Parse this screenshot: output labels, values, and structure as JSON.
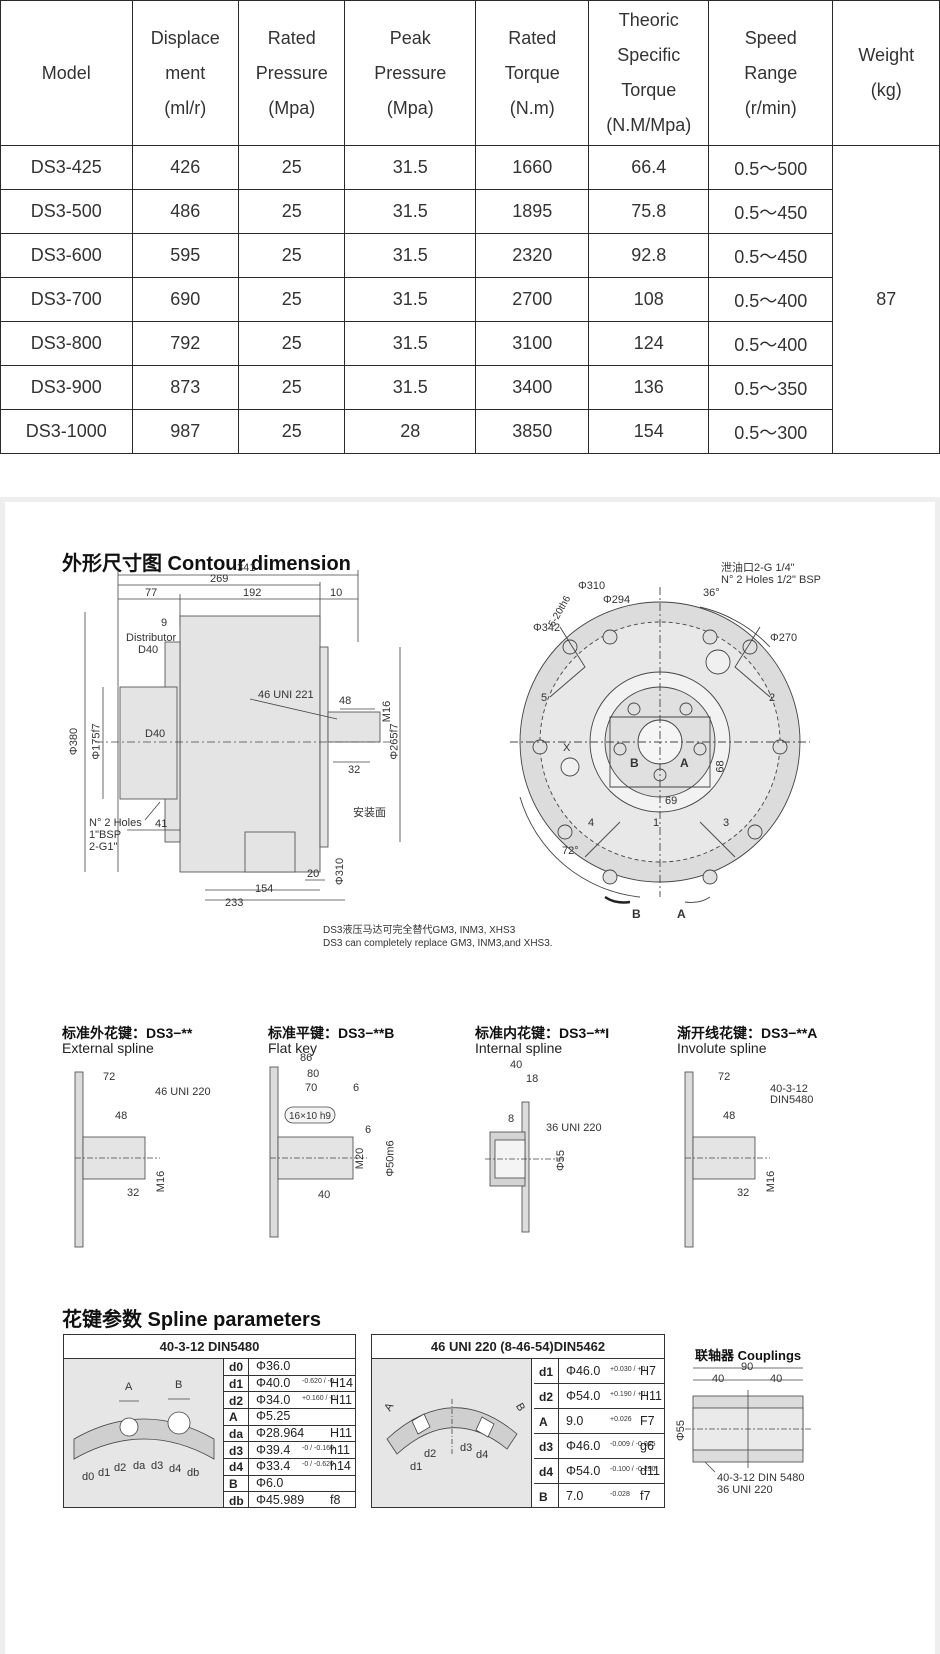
{
  "spec_table": {
    "headers": [
      [
        "Model"
      ],
      [
        "Displace",
        "ment",
        "(ml/r)"
      ],
      [
        "Rated",
        "Pressure",
        "(Mpa)"
      ],
      [
        "Peak",
        "Pressure",
        "(Mpa)"
      ],
      [
        "Rated",
        "Torque",
        "(N.m)"
      ],
      [
        "Theoric",
        "Specific",
        "Torque",
        "(N.M/Mpa)"
      ],
      [
        "Speed",
        "Range",
        "(r/min)"
      ],
      [
        "Weight",
        "(kg)"
      ]
    ],
    "rows": [
      [
        "DS3-425",
        "426",
        "25",
        "31.5",
        "1660",
        "66.4",
        "0.5～500"
      ],
      [
        "DS3-500",
        "486",
        "25",
        "31.5",
        "1895",
        "75.8",
        "0.5～450"
      ],
      [
        "DS3-600",
        "595",
        "25",
        "31.5",
        "2320",
        "92.8",
        "0.5～450"
      ],
      [
        "DS3-700",
        "690",
        "25",
        "31.5",
        "2700",
        "108",
        "0.5～400"
      ],
      [
        "DS3-800",
        "792",
        "25",
        "31.5",
        "3100",
        "124",
        "0.5～400"
      ],
      [
        "DS3-900",
        "873",
        "25",
        "31.5",
        "3400",
        "136",
        "0.5～350"
      ],
      [
        "DS3-1000",
        "987",
        "25",
        "28",
        "3850",
        "154",
        "0.5～300"
      ]
    ],
    "weight": "87"
  },
  "contour": {
    "title": "外形尺寸图  Contour dimension",
    "dims": {
      "d341": "341",
      "d269": "269",
      "d77": "77",
      "d192": "192",
      "d10": "10",
      "d9": "9",
      "distributor": "Distributor",
      "d40a": "D40",
      "d40b": "D40",
      "uni221": "46 UNI 221",
      "d48": "48",
      "m16": "M16",
      "d32": "32",
      "phi380": "Φ380",
      "phi175": "Φ175f7",
      "phi265": "Φ265f7",
      "holes1": "N°  2 Holes",
      "holes2": "1\"BSP",
      "holes3": "2-G1\"",
      "d41": "41",
      "d20": "20",
      "d154": "154",
      "d233": "233",
      "phi310": "Φ310",
      "mount": "安装面"
    },
    "front": {
      "phi310": "Φ310",
      "phi294": "Φ294",
      "phi342": "Φ342",
      "phi270": "Φ270",
      "slot": "5-20th6",
      "drain1": "泄油口2-G 1/4\"",
      "drain2": "N°  2 Holes 1/2\" BSP",
      "a36": "36°",
      "a72": "72°",
      "n1": "1",
      "n2": "2",
      "n3": "3",
      "n4": "4",
      "n5": "5",
      "port_b": "B",
      "port_a": "A",
      "d68": "68",
      "d69": "69",
      "portx": "X",
      "rot_b": "B",
      "rot_a": "A"
    },
    "note1": "DS3液压马达可完全替代GM3, INM3, XHS3",
    "note2": "DS3 can completely replace GM3, INM3,and XHS3."
  },
  "shafts": [
    {
      "cap_cn": "标准外花键：DS3−**",
      "cap_en": "External spline",
      "dims": {
        "d72": "72",
        "d48": "48",
        "uni": "46 UNI 220",
        "m16": "M16",
        "d32": "32"
      }
    },
    {
      "cap_cn": "标准平键：DS3−**B",
      "cap_en": "Flat key",
      "dims": {
        "d86": "86",
        "d80": "80",
        "d70": "70",
        "d6a": "6",
        "key": "16×10 h9",
        "d6b": "6",
        "m20": "M20",
        "phi50": "Φ50m6",
        "d40": "40"
      }
    },
    {
      "cap_cn": "标准内花键：DS3−**I",
      "cap_en": "Internal spline",
      "dims": {
        "d40": "40",
        "d18": "18",
        "d8": "8",
        "uni": "36 UNI 220",
        "phi55": "Φ55"
      }
    },
    {
      "cap_cn": "渐开线花键：DS3−**A",
      "cap_en": "Involute spline",
      "dims": {
        "d72": "72",
        "d48": "48",
        "din1": "40-3-12",
        "din2": "DIN5480",
        "m16": "M16",
        "d32": "32"
      }
    }
  ],
  "spline": {
    "title": "花键参数  Spline parameters",
    "t1": {
      "head": "40-3-12  DIN5480",
      "rows": [
        {
          "k": "d0",
          "v": "Φ36.0",
          "tol": "",
          "cls": ""
        },
        {
          "k": "d1",
          "v": "Φ40.0",
          "tol": "-0.620 / -0",
          "cls": "H14"
        },
        {
          "k": "d2",
          "v": "Φ34.0",
          "tol": "+0.160 / -0",
          "cls": "H11"
        },
        {
          "k": "A",
          "v": "Φ5.25",
          "tol": "",
          "cls": ""
        },
        {
          "k": "da",
          "v": "Φ28.964",
          "tol": "",
          "cls": "H11"
        },
        {
          "k": "d3",
          "v": "Φ39.4",
          "tol": "-0 / -0.160",
          "cls": "h11"
        },
        {
          "k": "d4",
          "v": "Φ33.4",
          "tol": "-0 / -0.620",
          "cls": "h14"
        },
        {
          "k": "B",
          "v": "Φ6.0",
          "tol": "",
          "cls": ""
        },
        {
          "k": "db",
          "v": "Φ45.989",
          "tol": "",
          "cls": "f8"
        }
      ],
      "fig": {
        "a": "A",
        "b": "B",
        "d0": "d0",
        "d1": "d1",
        "d2": "d2",
        "da": "da",
        "d3": "d3",
        "d4": "d4",
        "db": "db"
      }
    },
    "t2": {
      "head": "46 UNI 220 (8-46-54)DIN5462",
      "rows": [
        {
          "k": "d1",
          "v": "Φ46.0",
          "tol": "+0.030 / +0",
          "cls": "H7"
        },
        {
          "k": "d2",
          "v": "Φ54.0",
          "tol": "+0.190 / +0",
          "cls": "H11"
        },
        {
          "k": "A",
          "v": "9.0",
          "tol": "+0.026",
          "cls": "F7"
        },
        {
          "k": "d3",
          "v": "Φ46.0",
          "tol": "-0.009 / -0.025",
          "cls": "g6"
        },
        {
          "k": "d4",
          "v": "Φ54.0",
          "tol": "-0.100 / -0.290",
          "cls": "d11"
        },
        {
          "k": "B",
          "v": "7.0",
          "tol": "-0.028",
          "cls": "f7"
        }
      ],
      "fig": {
        "a": "A",
        "b": "B",
        "d1": "d1",
        "d2": "d2",
        "d3": "d3",
        "d4": "d4"
      }
    },
    "coupling": {
      "title": "联轴器 Couplings",
      "d90": "90",
      "d40a": "40",
      "d40b": "40",
      "phi55": "Φ55",
      "din": "40-3-12 DIN 5480",
      "uni": "36 UNI 220"
    }
  }
}
